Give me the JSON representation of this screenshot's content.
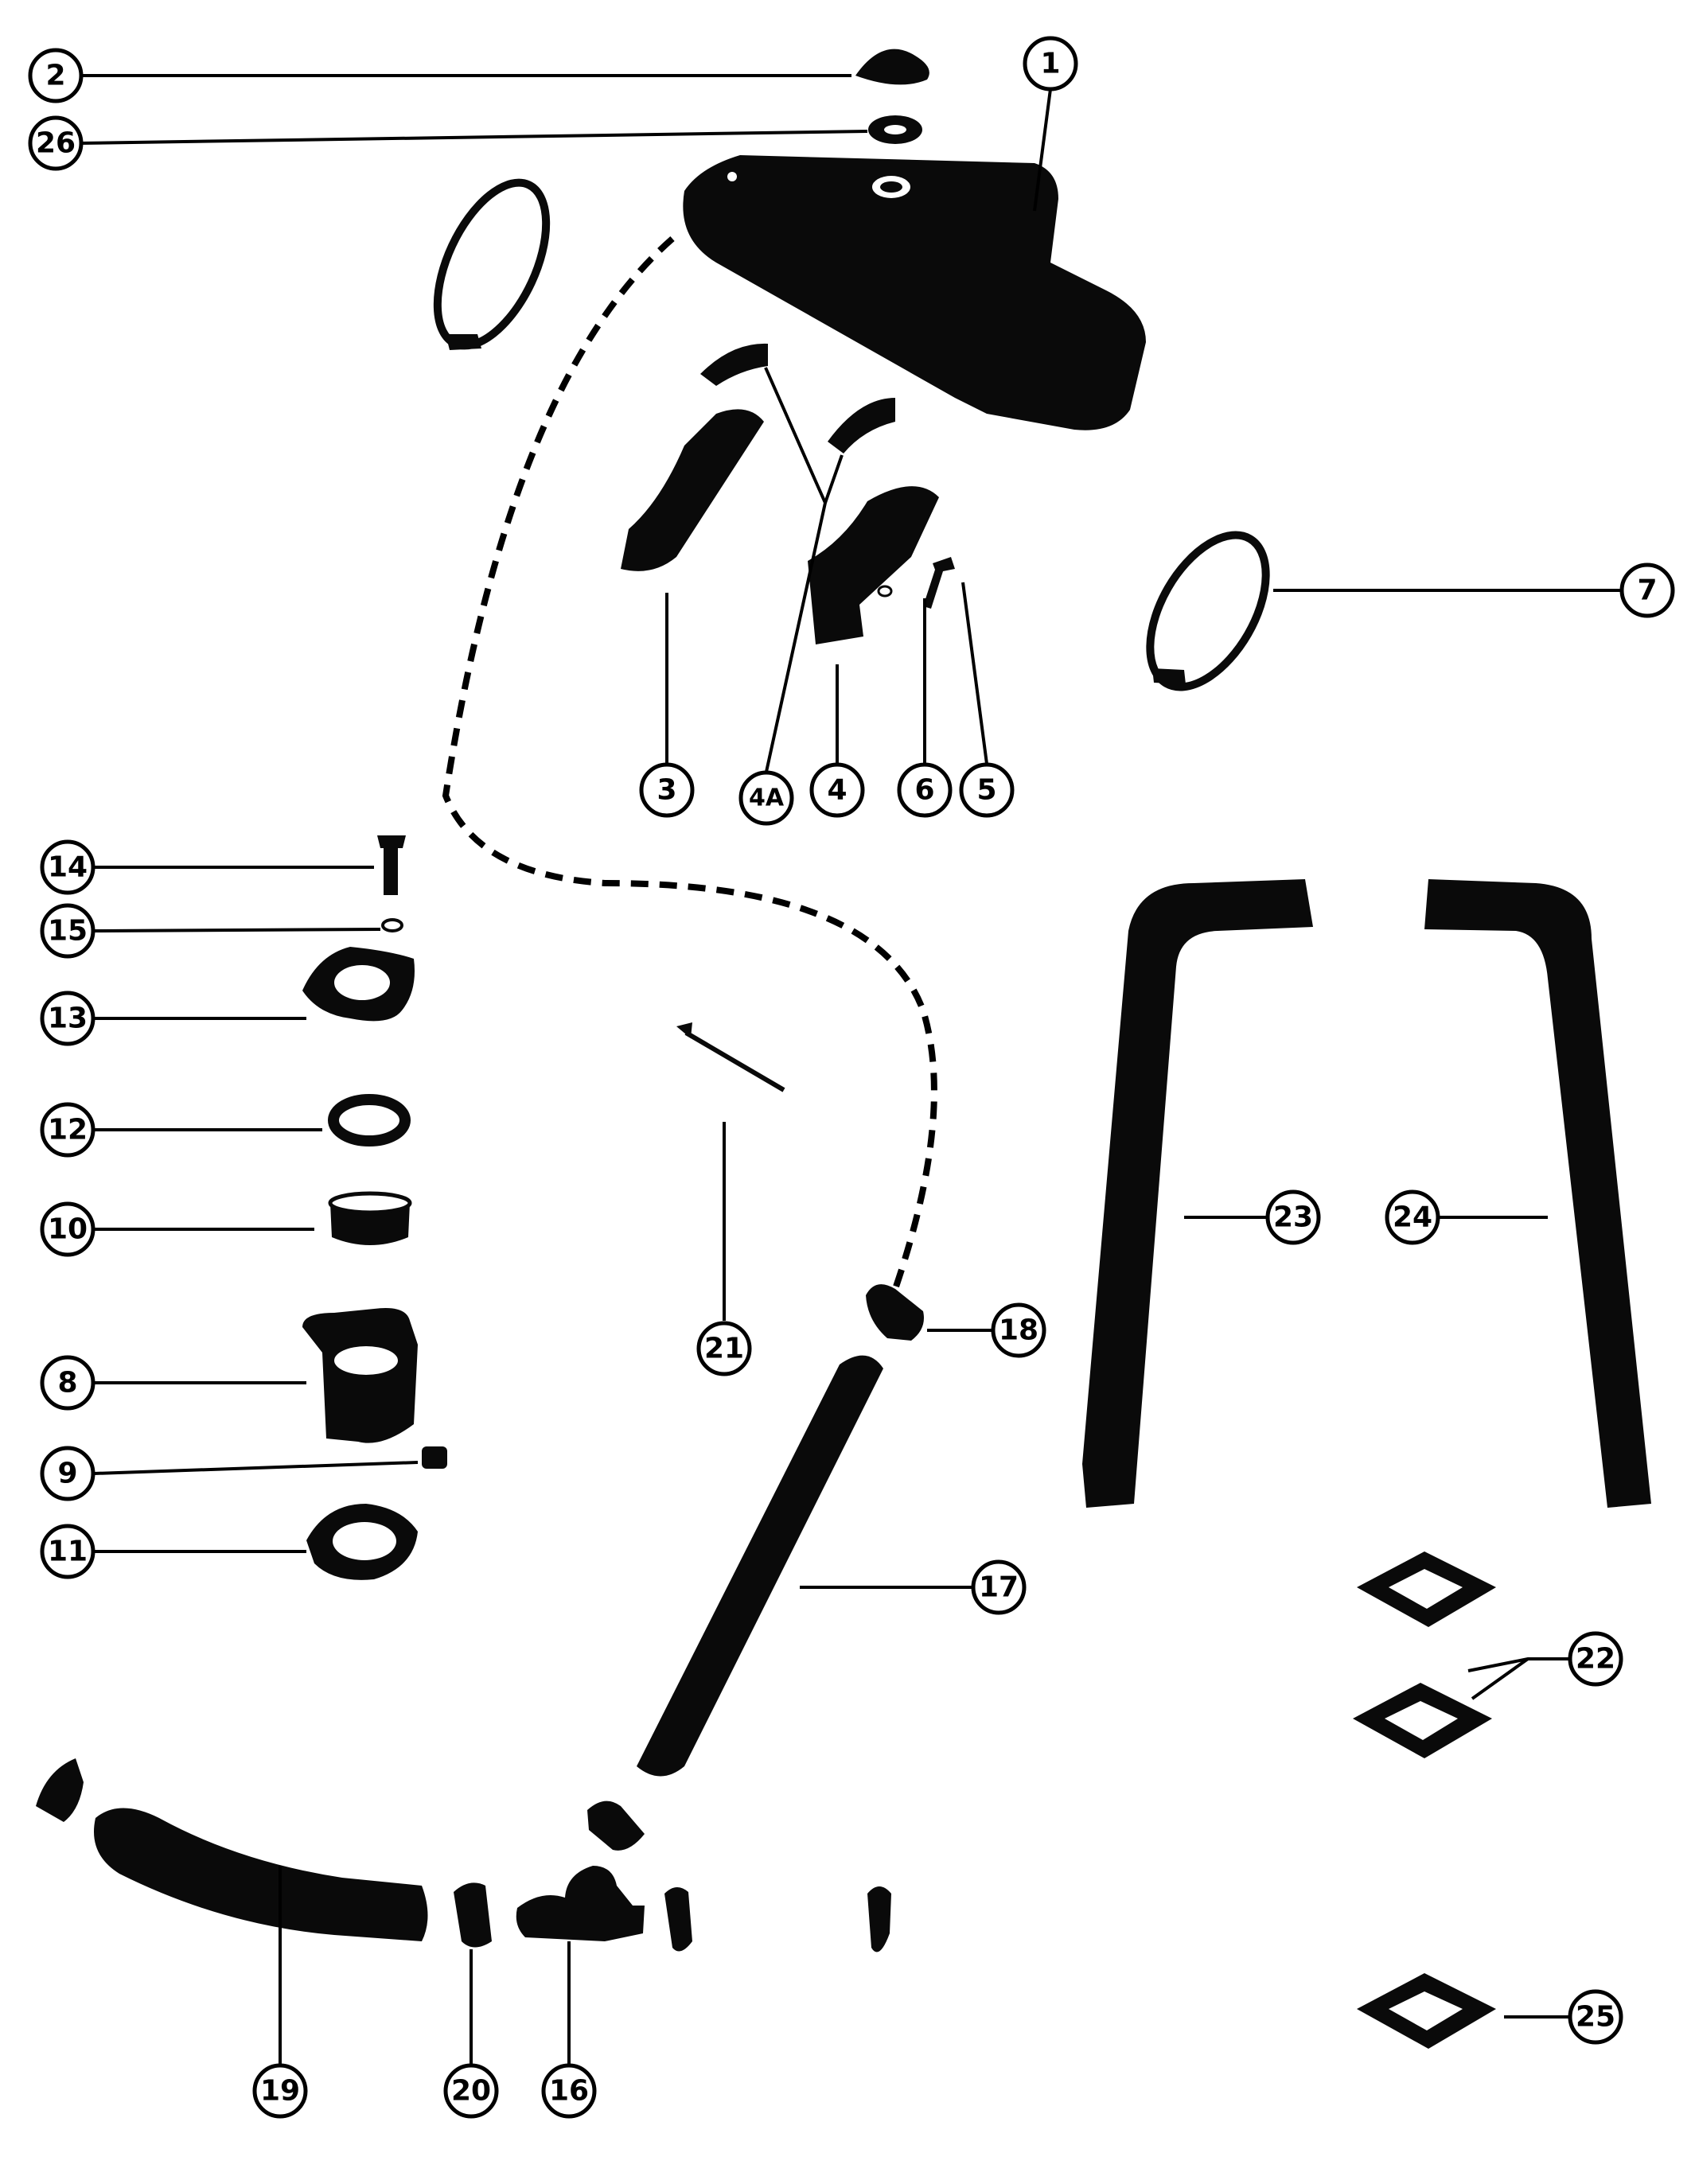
{
  "callouts": {
    "c1": "1",
    "c2": "2",
    "c26": "26",
    "c3": "3",
    "c4a": "4A",
    "c4": "4",
    "c6": "6",
    "c5": "5",
    "c7": "7",
    "c14": "14",
    "c15": "15",
    "c13": "13",
    "c12": "12",
    "c10": "10",
    "c8": "8",
    "c9": "9",
    "c11": "11",
    "c21": "21",
    "c18": "18",
    "c17": "17",
    "c23": "23",
    "c24": "24",
    "c22": "22",
    "c25": "25",
    "c19": "19",
    "c20": "20",
    "c16": "16"
  },
  "colors": {
    "ink": "#0a0a0a",
    "paper": "#ffffff"
  }
}
